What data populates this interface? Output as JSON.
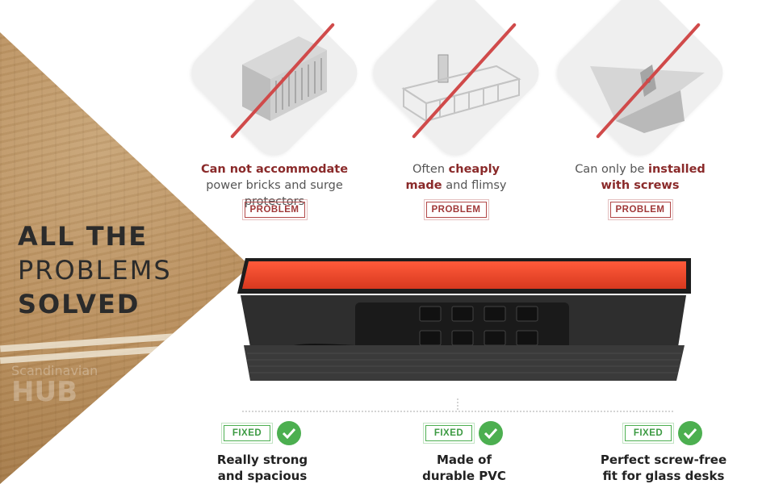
{
  "headline": {
    "line1": "ALL THE",
    "line2": "PROBLEMS",
    "line3": "SOLVED"
  },
  "watermark": {
    "line1": "Scandinavian",
    "line2": "HUB"
  },
  "problems": [
    {
      "icon": "plastic-duct-icon",
      "text_bold": "Can not accommodate",
      "text_rest": " power bricks and surge protectors",
      "stamp": "PROBLEM"
    },
    {
      "icon": "wire-basket-tray-icon",
      "text_pre": "Often ",
      "text_bold1": "cheaply",
      "text_bold2": "made",
      "text_rest": " and flimsy",
      "stamp": "PROBLEM"
    },
    {
      "icon": "metal-tray-icon",
      "text_pre": "Can only be ",
      "text_bold1": "installed",
      "text_bold2": "with screws",
      "stamp": "PROBLEM"
    }
  ],
  "product": {
    "accent_color": "#e0452f",
    "body_color": "#2c2c2c",
    "outlet_count": 8
  },
  "fixed": [
    {
      "stamp": "FIXED",
      "line1": "Really strong",
      "line2": "and spacious"
    },
    {
      "stamp": "FIXED",
      "line1": "Made of",
      "line2": "durable PVC"
    },
    {
      "stamp": "FIXED",
      "line1": "Perfect screw-free",
      "line2": "fit for glass desks"
    }
  ]
}
